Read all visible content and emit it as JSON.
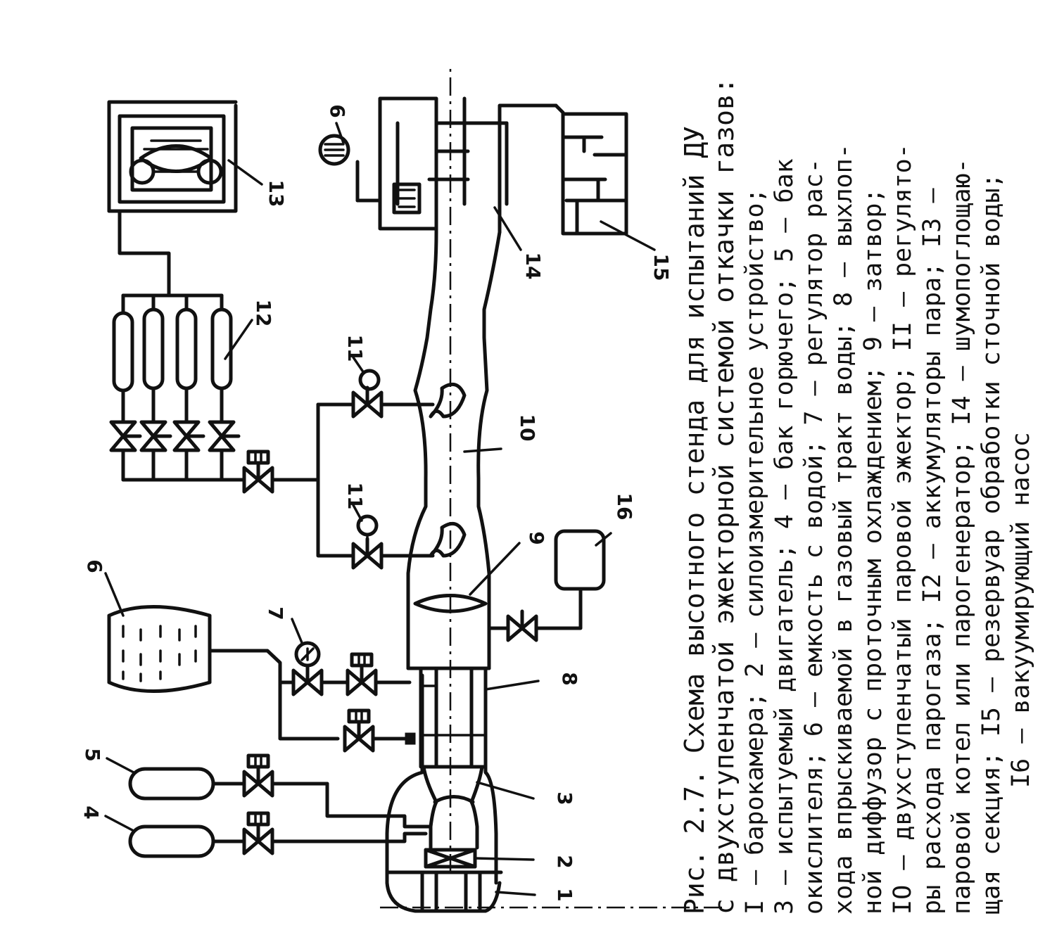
{
  "figure": {
    "labels": {
      "l1": "1",
      "l2": "2",
      "l3": "3",
      "l4": "4",
      "l5": "5",
      "l6": "6",
      "l6b": "6",
      "l7": "7",
      "l8": "8",
      "l9": "9",
      "l10": "10",
      "l11a": "11",
      "l11b": "11",
      "l12": "12",
      "l13": "13",
      "l14": "14",
      "l15": "15",
      "l16": "16"
    },
    "caption": [
      "Рис. 2.7. Схема высотного стенда для испытаний ДУ",
      "с двухступенчатой эжекторной системой откачки газов:",
      "I – барокамера; 2 – силоизмерительное устройство;",
      "3 – испытуемый двигатель; 4 – бак горючего; 5 – бак",
      "окислителя; 6 – емкость с водой; 7 – регулятор рас-",
      "хода впрыскиваемой в газовый тракт воды; 8 – выхлоп-",
      "ной диффузор с проточным охлаждением; 9 – затвор;",
      "IO – двухступенчатый паровой эжектор; II – регулято-",
      "ры расхода парогаза; I2 – аккумуляторы пара; I3 –",
      "паровой котел или парогенератор; I4 – шумопоглощаю-",
      "щая секция; I5 – резервуар обработки сточной воды;",
      "I6 – вакуумирующий насос"
    ]
  }
}
